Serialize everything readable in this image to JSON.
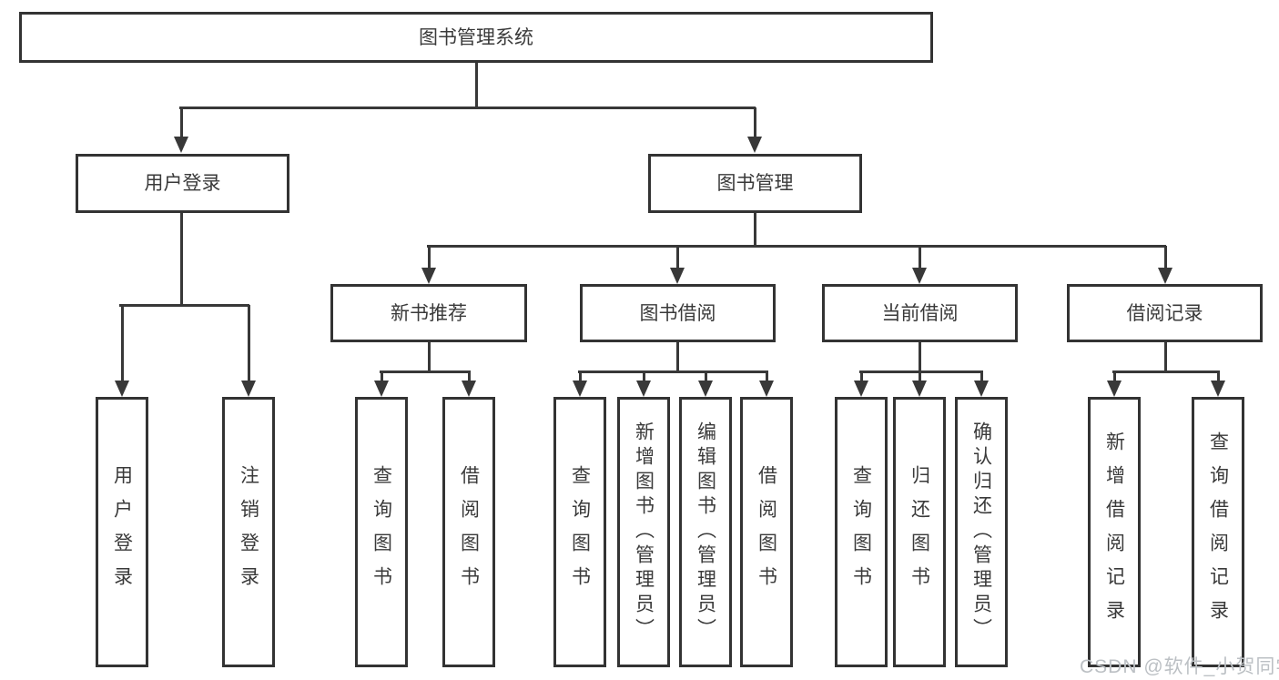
{
  "diagram_title": "图书管理系统",
  "colors": {
    "line": "#383838",
    "box_border": "#333333",
    "text": "#3a3a3a",
    "background": "#ffffff",
    "watermark_text": "#bcc0c4"
  },
  "nodes": {
    "root": "图书管理系统",
    "user_login": "用户登录",
    "book_mgmt": "图书管理",
    "new_books": "新书推荐",
    "book_borrow": "图书借阅",
    "current_borrow": "当前借阅",
    "borrow_records": "借阅记录",
    "leaf_user_login": "用户登录",
    "leaf_logout": "注销登录",
    "leaf_nb_query": "查询图书",
    "leaf_nb_borrow": "借阅图书",
    "leaf_bb_query": "查询图书",
    "leaf_bb_add": "新增图书（管理员）",
    "leaf_bb_edit": "编辑图书（管理员）",
    "leaf_bb_borrow": "借阅图书",
    "leaf_cb_query": "查询图书",
    "leaf_cb_return": "归还图书",
    "leaf_cb_confirm": "确认归还（管理员）",
    "leaf_br_add": "新增借阅记录",
    "leaf_br_query": "查询借阅记录"
  },
  "watermark": "CSDN @软件_小贺同学"
}
